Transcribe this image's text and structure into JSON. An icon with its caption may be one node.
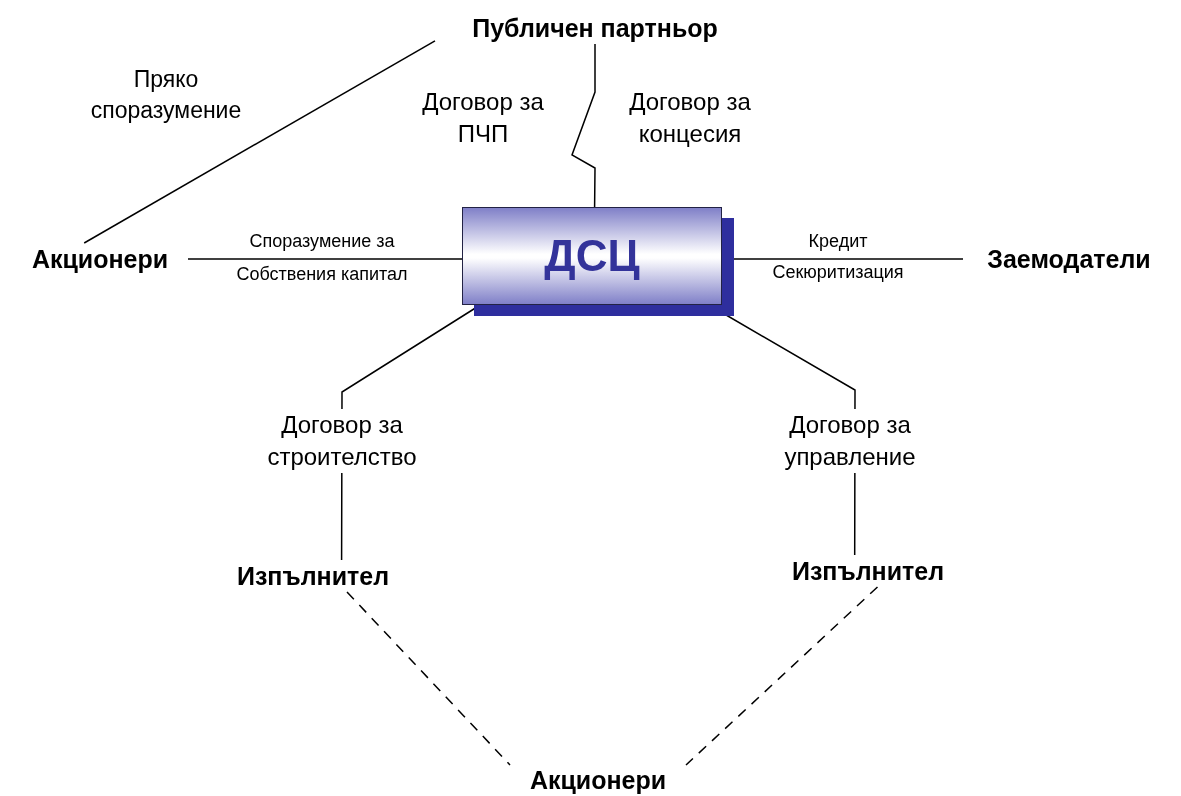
{
  "diagram": {
    "nodes": [
      {
        "text": [
          "Публичен партньор"
        ]
      },
      {
        "text": [
          "Акционери"
        ]
      },
      {
        "text": [
          "ДСЦ"
        ]
      },
      {
        "text": [
          "Заемодатели"
        ]
      },
      {
        "text": [
          "Изпълнител"
        ]
      },
      {
        "text": [
          "Изпълнител"
        ]
      },
      {
        "text": [
          "Акционери"
        ]
      }
    ],
    "edges": [
      {
        "from": 0,
        "to": 2,
        "arrow": "none",
        "label": "Договор за концесия"
      },
      {
        "from": 1,
        "to": 0,
        "arrow": "none",
        "label": "Пряко споразумение"
      },
      {
        "from": 1,
        "to": 2,
        "arrow": "none",
        "label": "Споразумение за Собствения капитал"
      },
      {
        "from": 2,
        "to": 3,
        "arrow": "none",
        "label": "Кредит Секюритизация"
      },
      {
        "from": 2,
        "to": 4,
        "arrow": "none",
        "label": "Договор за строителство"
      },
      {
        "from": 2,
        "to": 5,
        "arrow": "none",
        "label": "Договор за управление"
      },
      {
        "from": 4,
        "to": 6,
        "arrow": "none",
        "style": "dashed"
      },
      {
        "from": 5,
        "to": 6,
        "arrow": "none",
        "style": "dashed"
      }
    ],
    "labels": [
      "Договор за ПЧП"
    ]
  }
}
